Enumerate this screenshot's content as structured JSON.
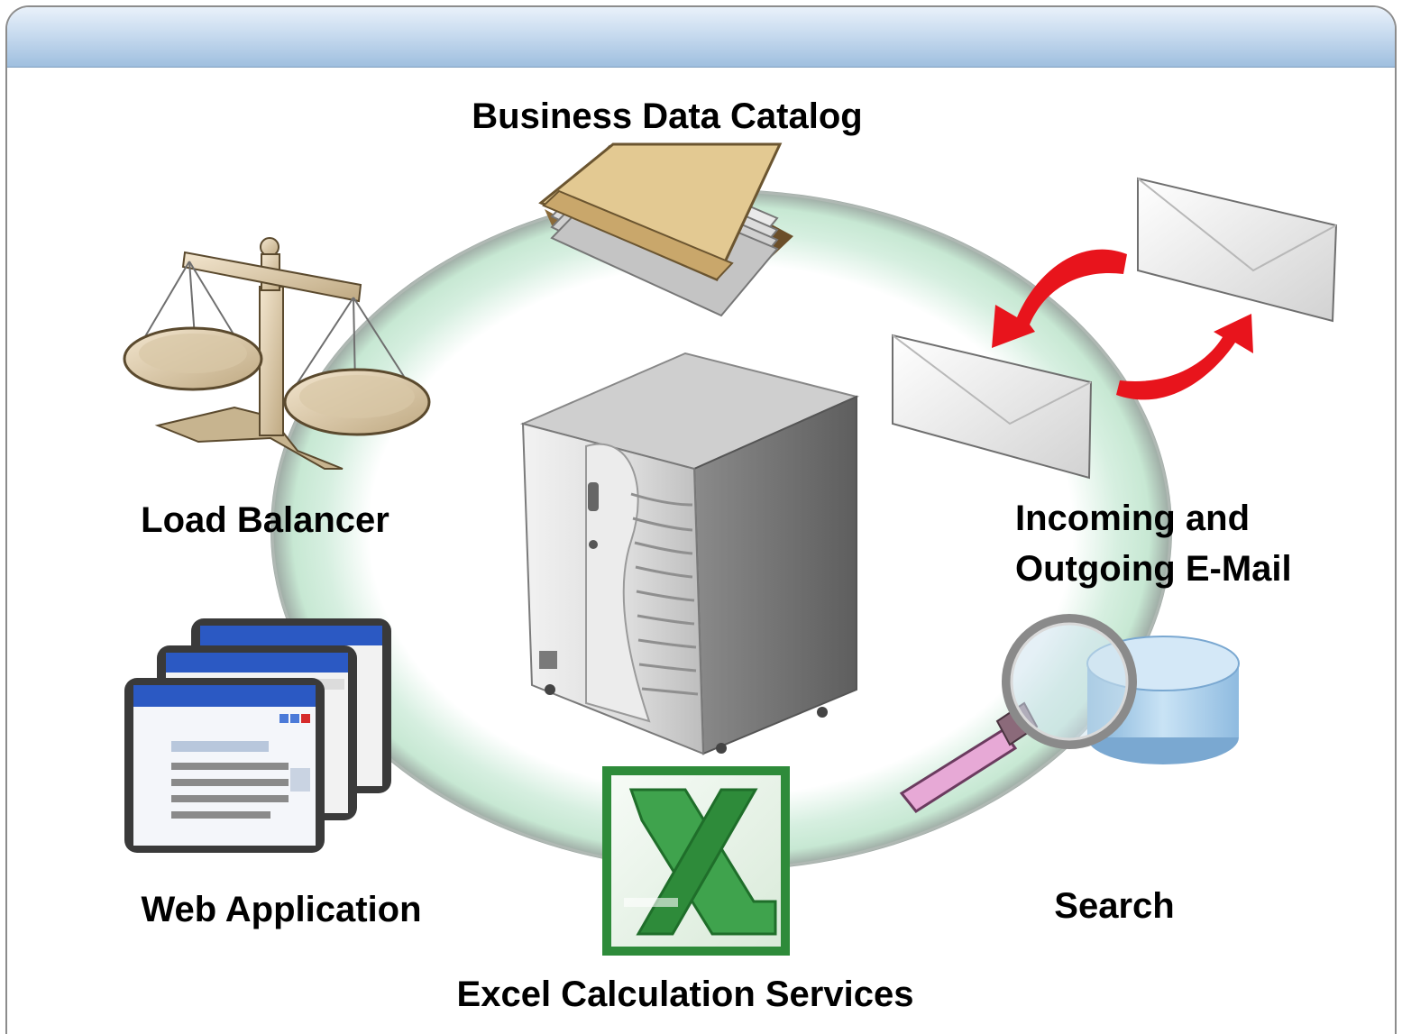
{
  "title_bar": {
    "text": ""
  },
  "nodes": {
    "business_data_catalog": {
      "label": "Business Data Catalog",
      "icon": "binder-icon"
    },
    "load_balancer": {
      "label": "Load Balancer",
      "icon": "scales-icon"
    },
    "email": {
      "label_line1": "Incoming and",
      "label_line2": "Outgoing E-Mail",
      "icon": "envelopes-icon"
    },
    "web_application": {
      "label": "Web Application",
      "icon": "browser-windows-icon"
    },
    "search": {
      "label": "Search",
      "icon": "magnifier-database-icon"
    },
    "excel": {
      "label": "Excel Calculation Services",
      "icon": "excel-icon"
    },
    "server": {
      "icon": "server-tower-icon"
    }
  },
  "colors": {
    "ring": "#cfead9",
    "arrow": "#e8141c",
    "excel_green": "#2e8b3a",
    "title_bar": "#b9d1ea"
  }
}
